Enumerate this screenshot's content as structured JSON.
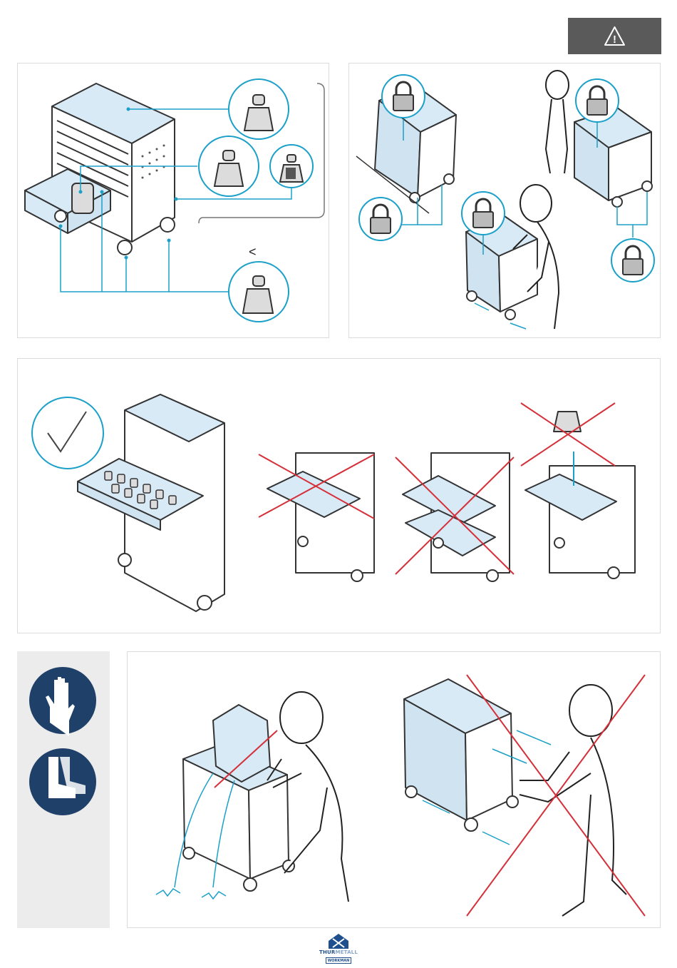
{
  "header": {
    "warning_symbol": "!",
    "warning_icon": "warning-triangle-icon",
    "warning_bg": "#5a5a5a"
  },
  "weight_panel": {
    "comparison_symbol": "<"
  },
  "colors": {
    "accent": "#1ba0c9",
    "cabinet_fill": "#d8eaf6",
    "cross": "#d5303a",
    "ppe_circle": "#1f4068"
  },
  "ppe": {
    "items": [
      {
        "icon": "protective-gloves-icon"
      },
      {
        "icon": "safety-boots-icon"
      }
    ]
  },
  "footer": {
    "logo_brand_a": "THUR",
    "logo_brand_b": "METALL",
    "logo_sub": "WORKMAN"
  }
}
